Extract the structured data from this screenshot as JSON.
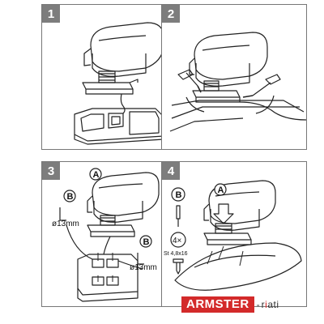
{
  "panels": [
    {
      "step": "1"
    },
    {
      "step": "2"
    },
    {
      "step": "3",
      "labels": {
        "part_a": "A",
        "part_b_left": "B",
        "part_b_right": "B",
        "drill_left": "ø13mm",
        "drill_right": "ø13mm"
      }
    },
    {
      "step": "4",
      "labels": {
        "part_a": "A",
        "part_b": "B",
        "count": "4×",
        "screw_spec": "St 4,8x16"
      }
    }
  ],
  "brand": {
    "name": "ARMSTER",
    "separator": "-",
    "partner_prefix": "r",
    "partner_dot": "i",
    "partner_suffix": "ati"
  },
  "colors": {
    "step_badge": "#7d7d7d",
    "brand_red": "#d32a2a",
    "line": "#222222"
  },
  "icons": [
    "screwdriver-icon",
    "screw-icon",
    "hand-tool-icon"
  ]
}
